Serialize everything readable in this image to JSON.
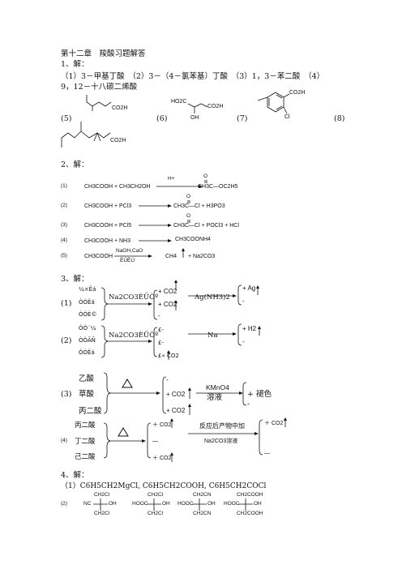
{
  "header": {
    "title": "第十二章　羧酸习题解答",
    "q1": "1、解：",
    "q1_line1": "（1）3－甲基丁酸　（2）3－（4－氯苯基）丁酸　（3）1，3－苯二酸　（4）",
    "q1_line2": "9，12－十八碳二烯酸"
  },
  "structures": {
    "n5": "(5)",
    "n6": "(6)",
    "n7": "(7)",
    "n8": "(8)",
    "co2h": "CO2H",
    "ho2c": "HO2C",
    "oh": "OH",
    "cl": "Cl"
  },
  "q2": {
    "label": "2、解：",
    "n1": "(1)",
    "r1_left": "CH3COOH + CH3CH2OH",
    "r1_cond": "H+",
    "r1_o": "O",
    "r1_right": "CH3C—OC2H5",
    "n2": "(2)",
    "r2_left": "CH3COOH +  PCl3",
    "r2_o": "O",
    "r2_right": "CH3C—Cl   +    H3PO3",
    "n3": "(3)",
    "r3_left": "CH3COOH +  PCl5",
    "r3_o": "O",
    "r3_right": "CH3C—Cl   +    POCl3  +  HCl",
    "n4": "(4)",
    "r4_left": "CH3COOH +  NH3",
    "r4_right": "CH3COONH4",
    "n5": "(5)",
    "r5_left": "CH3COOH",
    "r5_cond_top": "NaOH,CaO",
    "r5_cond_bot": "ÈÛÈÚ",
    "r5_right": "CH4",
    "r5_right2": "+  Na2CO3"
  },
  "q3": {
    "label": "3、解：",
    "n1": "(1)",
    "g1": [
      "¼×Ëá",
      "ÒÒËá",
      "ÒÒÈ©"
    ],
    "reagent1": "Na2CO3ÈÜÒº",
    "res1": [
      "+  CO2",
      "+  CO2",
      "-"
    ],
    "reagent1b": "Ag(NH3)2",
    "res1b": [
      "+  Ag",
      "-"
    ],
    "n2": "(2)",
    "g2": [
      "ÒÒ´¼",
      "ÒÒÃÑ",
      "ÒÒËá"
    ],
    "reagent2": "Na2CO3ÈÜÒº",
    "res2": [
      "£-",
      "£-",
      "£«  CO2"
    ],
    "reagent2b": "Na",
    "res2b": [
      "+  H2",
      "-"
    ],
    "n3": "(3)",
    "g3": [
      "乙酸",
      "草酸",
      "丙二酸"
    ],
    "res3": [
      "-",
      "+  CO2",
      "+  CO2"
    ],
    "reagent3_top": "KMnO4",
    "reagent3_bot": "溶液",
    "res3b": [
      "+  褪色",
      "-"
    ],
    "n4": "(4)",
    "g4": [
      "丙二酸",
      "丁二酸",
      "己二酸"
    ],
    "res4": [
      "＋ CO2",
      "—",
      "＋ CO2"
    ],
    "reagent4_top": "反应后产物中加",
    "reagent4_bot": "Na2CO3溶液",
    "res4b": [
      "＋ CO2",
      "—"
    ]
  },
  "q4": {
    "label": "4、解：",
    "line1": "（1）C6H5CH2MgCl,   C6H5CH2COOH,  C6H5CH2COCl",
    "n2": "(2)",
    "m1": [
      "CH2Cl",
      "NC",
      "OH",
      "CH2Cl"
    ],
    "m2": [
      "CH2Cl",
      "HOOC",
      "OH",
      "CH2Cl"
    ],
    "m3": [
      "CH2CN",
      "HOOC",
      "OH",
      "CH2CN"
    ],
    "m4": [
      "CH2COOH",
      "HOOC",
      "OH",
      "CH2COOH"
    ]
  }
}
